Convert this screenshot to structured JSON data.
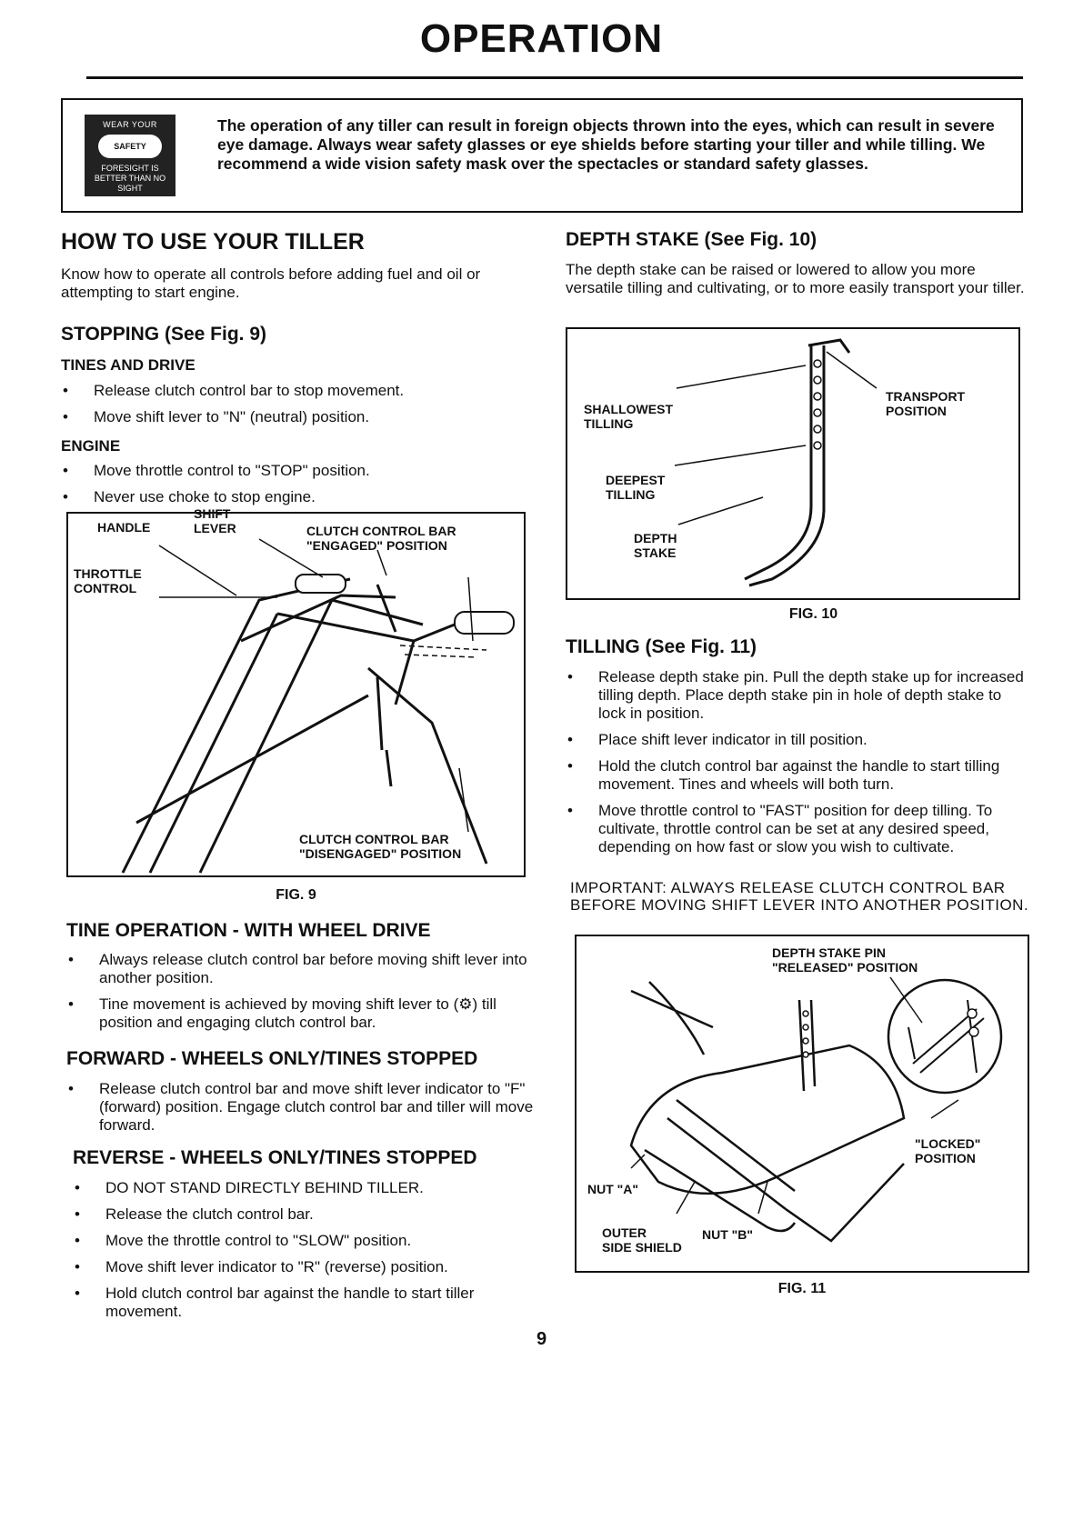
{
  "header": {
    "title": "OPERATION"
  },
  "warning": {
    "badge_top": "WEAR YOUR",
    "badge_mid": "SAFETY GLASSES",
    "badge_bottom": "FORESIGHT IS BETTER THAN NO SIGHT",
    "text": "The operation of any tiller can result in foreign objects thrown into the eyes, which can result in severe eye damage. Always wear safety glasses or eye shields before starting your tiller and while tilling. We recommend a wide vision safety mask over the spectacles or standard safety glasses."
  },
  "left": {
    "how_title": "HOW TO USE YOUR TILLER",
    "how_text": "Know how to operate all controls before adding fuel and oil or attempting to start engine.",
    "stopping_title": "STOPPING (See Fig. 9)",
    "tines_title": "TINES AND DRIVE",
    "tines_items": [
      "Release clutch control bar to stop movement.",
      "Move shift lever to \"N\" (neutral) position."
    ],
    "engine_title": "ENGINE",
    "engine_items": [
      "Move throttle control to \"STOP\" position.",
      "Never use choke to stop engine."
    ],
    "fig9": {
      "handle": "HANDLE",
      "shift_lever": "SHIFT\nLEVER",
      "clutch_engaged": "CLUTCH CONTROL BAR\n\"ENGAGED\" POSITION",
      "throttle": "THROTTLE\nCONTROL",
      "clutch_disengaged": "CLUTCH CONTROL BAR\n\"DISENGAGED\" POSITION",
      "caption": "FIG. 9"
    },
    "tine_op_title": "TINE OPERATION - WITH WHEEL DRIVE",
    "tine_op_items": [
      "Always release clutch control bar before moving shift lever into another position.",
      "Tine movement is achieved by moving shift lever to (⚙) till position and engaging clutch control bar."
    ],
    "forward_title": "FORWARD - WHEELS ONLY/TINES STOPPED",
    "forward_items": [
      "Release clutch control bar and move shift lever indicator to \"F\" (forward) position. Engage clutch control bar and tiller will move forward."
    ],
    "reverse_title": "REVERSE - WHEELS ONLY/TINES STOPPED",
    "reverse_items": [
      "DO NOT STAND DIRECTLY BEHIND TILLER.",
      "Release the clutch control bar.",
      "Move the throttle control to \"SLOW\" position.",
      "Move shift lever indicator to \"R\" (reverse) position.",
      "Hold clutch control bar against the handle to start tiller movement."
    ]
  },
  "right": {
    "depth_title": "DEPTH STAKE (See Fig. 10)",
    "depth_text": "The depth stake can be raised or lowered to allow you more versatile tilling and cultivating, or to more easily transport your tiller.",
    "fig10": {
      "shallowest": "SHALLOWEST\nTILLING",
      "deepest": "DEEPEST\nTILLING",
      "stake": "DEPTH\nSTAKE",
      "transport": "TRANSPORT\nPOSITION",
      "caption": "FIG. 10"
    },
    "tilling_title": "TILLING (See Fig. 11)",
    "tilling_items": [
      "Release depth stake pin. Pull the depth stake up for increased tilling depth. Place depth stake pin in hole of depth stake to lock in position.",
      "Place shift lever indicator in till position.",
      "Hold the clutch control bar against the handle to start tilling movement. Tines and wheels will both turn.",
      "Move throttle control to \"FAST\" position for deep tilling. To cultivate, throttle control can be set at any desired speed, depending on how fast or slow you wish to cultivate."
    ],
    "important": "IMPORTANT: ALWAYS RELEASE CLUTCH CONTROL BAR BEFORE MOVING SHIFT LEVER INTO ANOTHER POSITION.",
    "fig11": {
      "pin_released": "DEPTH STAKE PIN\n\"RELEASED\" POSITION",
      "locked": "\"LOCKED\"\nPOSITION",
      "nut_a": "NUT \"A\"",
      "outer": "OUTER\nSIDE SHIELD",
      "nut_b": "NUT \"B\"",
      "caption": "FIG. 11"
    }
  },
  "footer": {
    "page_number": "9"
  }
}
